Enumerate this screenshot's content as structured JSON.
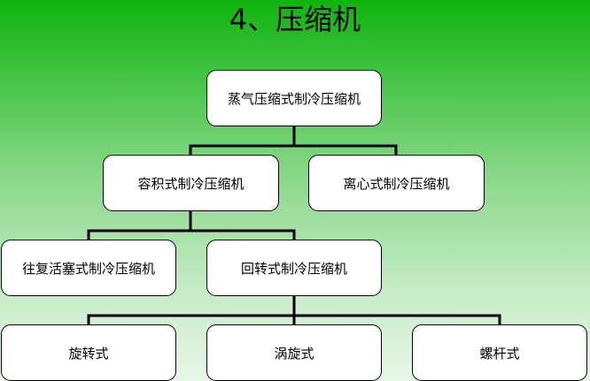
{
  "title": "4、压缩机",
  "nodes": {
    "root": "蒸气压缩式制冷压缩机",
    "volumetric": "容积式制冷压缩机",
    "centrifugal": "离心式制冷压缩机",
    "reciprocating": "往复活塞式制冷压缩机",
    "rotary": "回转式制冷压缩机",
    "rotary_vane": "旋转式",
    "scroll": "涡旋式",
    "screw": "螺杆式"
  },
  "colors": {
    "background_top": "#0fb40f",
    "background_bottom": "#e9f7e9",
    "node_fill": "#ffffff",
    "line": "#000000"
  }
}
